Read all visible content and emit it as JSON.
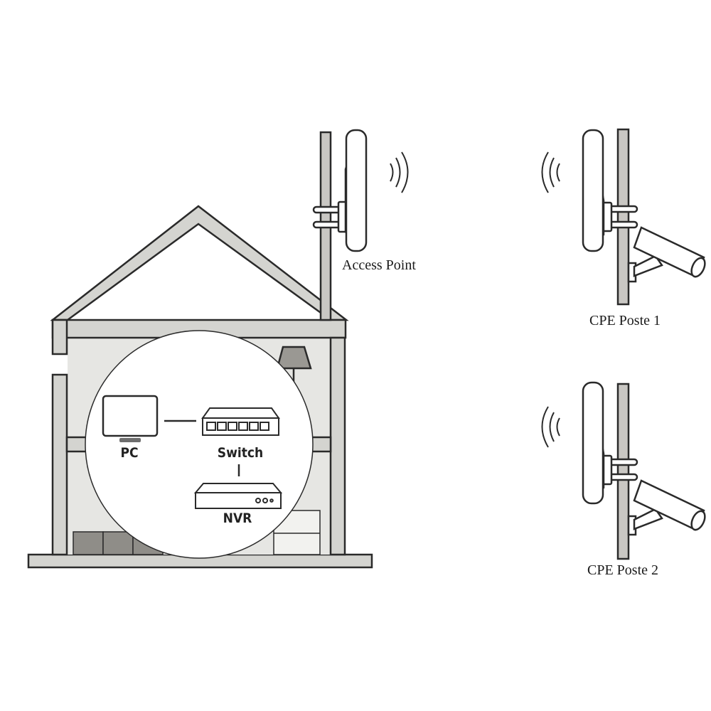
{
  "labels": {
    "access_point": "Access Point",
    "cpe_1": "CPE Poste 1",
    "cpe_2": "CPE Poste 2",
    "pc": "PC",
    "switch": "Switch",
    "nvr": "NVR"
  },
  "colors": {
    "stroke": "#2a2a2a",
    "wall": "#d4d4d0",
    "room": "#e6e6e3",
    "device_fill": "#ffffff",
    "pole_fill": "#c9c7c3"
  },
  "icons": [
    "signal-waves-icon",
    "security-camera-icon",
    "cpe-antenna-icon"
  ]
}
